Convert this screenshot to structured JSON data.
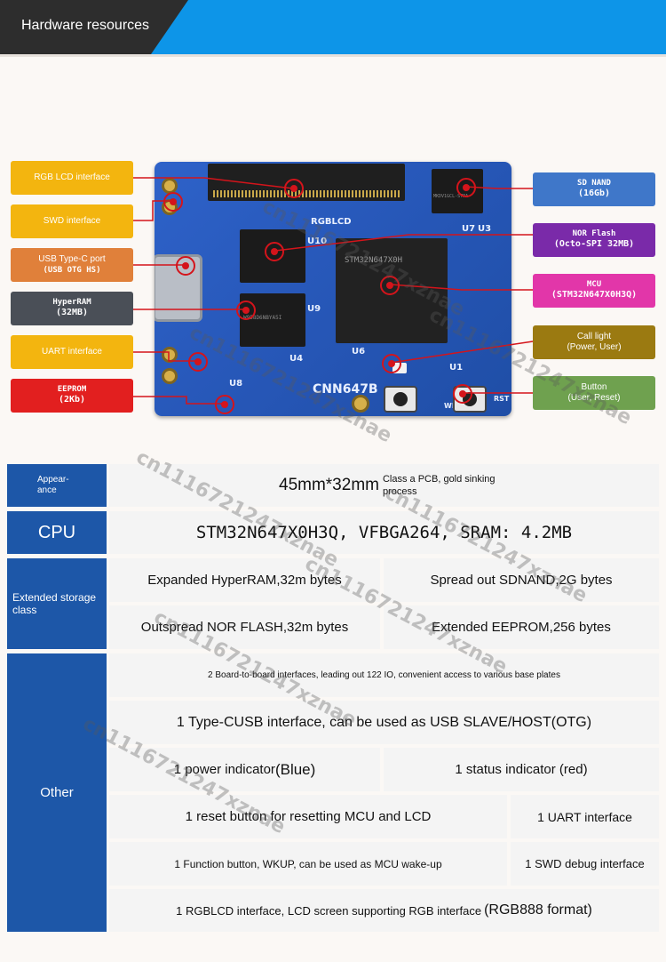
{
  "header": {
    "title": "Hardware resources"
  },
  "board": {
    "silkscreen": {
      "rgblcd": "RGBLCD",
      "u10": "U10",
      "u9": "U9",
      "u4": "U4",
      "u6": "U6",
      "u7": "U7",
      "u3": "U3",
      "u1": "U1",
      "u8": "U8",
      "name": "CNN647B",
      "rst": "RST",
      "wkup": "WKUP"
    },
    "chips": {
      "mcu": "STM32N647X0H",
      "ram": "W958D6NBYA5I",
      "flash": "MKDV1GCL-STPA"
    }
  },
  "left_labels": [
    {
      "text": "RGB LCD interface",
      "color": "#f3b50f"
    },
    {
      "text": "SWD interface",
      "color": "#f3b50f"
    },
    {
      "text": "USB Type-C port",
      "sub": "(USB OTG HS)",
      "color": "#e0803a"
    },
    {
      "text": "HyperRAM",
      "sub": "(32MB)",
      "color": "#4a4f57"
    },
    {
      "text": "UART interface",
      "color": "#f3b50f"
    },
    {
      "text": "EEPROM",
      "sub": "(2Kb)",
      "color": "#e21f1f"
    }
  ],
  "right_labels": [
    {
      "text": "SD NAND",
      "sub": "(16Gb)",
      "color": "#3f77c9"
    },
    {
      "text": "NOR Flash",
      "sub": "(Octo-SPI 32MB)",
      "color": "#7a2aa9"
    },
    {
      "text": "MCU",
      "sub": "(STM32N647X0H3Q)",
      "color": "#e236a9"
    },
    {
      "text": "Call light",
      "sub": "(Power, User)",
      "color": "#9b7a11"
    },
    {
      "text": "Button",
      "sub": "(User, Reset)",
      "color": "#6fa14f"
    }
  ],
  "specs": {
    "appearance": {
      "label": "Appear-\nance",
      "value": "45mm*32mm",
      "note": "Class a PCB, gold sinking process"
    },
    "cpu": {
      "label": "CPU",
      "value": "STM32N647X0H3Q, VFBGA264, SRAM: 4.2MB"
    },
    "storage": {
      "label": "Extended storage class",
      "items": [
        "Expanded HyperRAM,32m bytes",
        "Spread out SDNAND,2G bytes",
        "Outspread NOR FLASH,32m bytes",
        "Extended EEPROM,256 bytes"
      ]
    },
    "other": {
      "label": "Other",
      "board_to_board": "2 Board-to-board interfaces, leading out 122 IO, convenient access to various base plates",
      "usb": "1 Type-CUSB interface, can be used as USB SLAVE/HOST(OTG)",
      "power_led": "1 power indicator",
      "power_led_color": "(Blue)",
      "status_led": "1 status indicator (red)",
      "reset": "1 reset button for resetting MCU and LCD",
      "uart": "1 UART interface",
      "function_btn": "1 Function button, WKUP, can be used as MCU wake-up",
      "swd": "1 SWD debug interface",
      "rgblcd": "1 RGBLCD interface, LCD screen supporting RGB interface",
      "rgblcd_format": "(RGB888 format)"
    }
  },
  "watermark": "cn1116721247xznae"
}
